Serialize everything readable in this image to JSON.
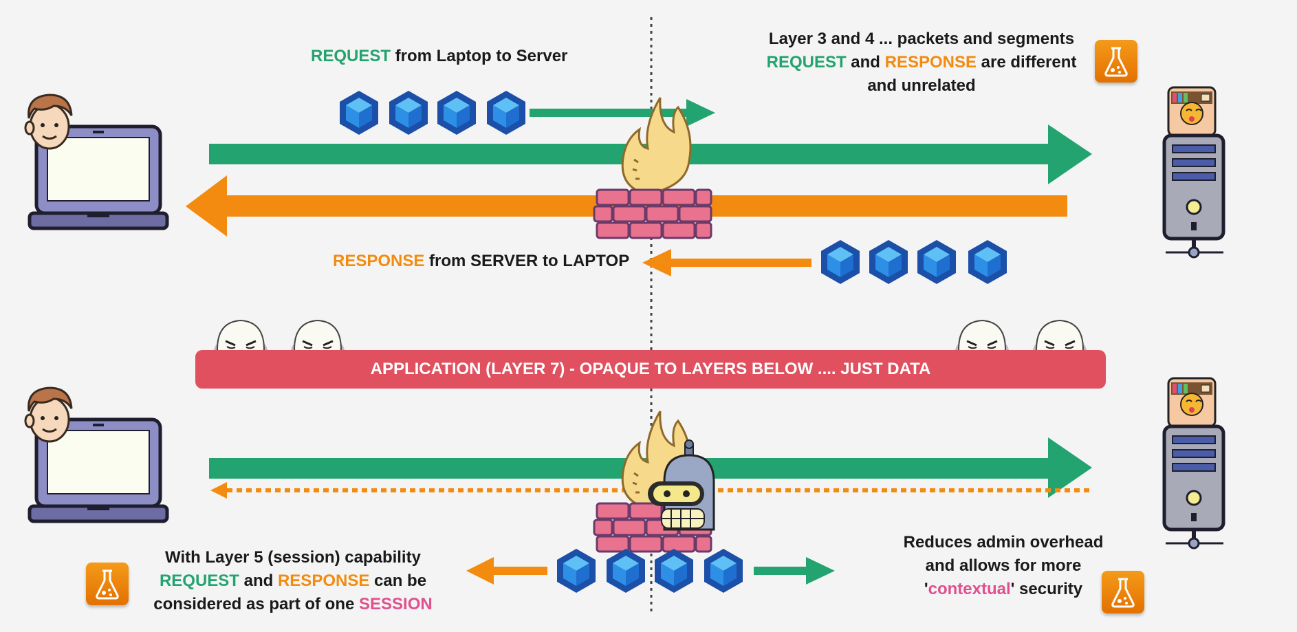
{
  "top": {
    "request_word": "REQUEST",
    "request_rest": " from Laptop to Server",
    "response_word": "RESPONSE",
    "response_rest": " from SERVER to LAPTOP",
    "layer34_line1": "Layer 3 and 4 ... packets and segments",
    "layer34_request": "REQUEST",
    "layer34_and": " and ",
    "layer34_response": "RESPONSE",
    "layer34_tail": " are different",
    "layer34_line3": "and unrelated"
  },
  "middle": {
    "application_bar": "APPLICATION (LAYER 7) - OPAQUE TO LAYERS BELOW .... JUST DATA"
  },
  "bottom": {
    "session_line1": "With Layer 5 (session) capability",
    "session_request": "REQUEST",
    "session_and": " and ",
    "session_response": "RESPONSE",
    "session_tail": " can be",
    "session_line3_pre": "considered as part of one ",
    "session_word": "SESSION",
    "admin_line1": "Reduces admin overhead",
    "admin_line2": "and allows for more",
    "admin_quote_open": "'",
    "admin_contextual": "contextual",
    "admin_line3_rest": "' security"
  },
  "colors": {
    "green": "#23a36f",
    "orange": "#f38b10",
    "pink_text": "#e0508e",
    "app_bar": "#e0505f",
    "brick": "#e9738f",
    "cube": "#1f6fd6"
  },
  "icons": [
    "laptop-icon",
    "person-icon",
    "server-icon",
    "cube-icon",
    "firewall-icon",
    "flame-icon",
    "mask-icon",
    "robot-icon",
    "lab-flask-icon",
    "cat-icon"
  ]
}
